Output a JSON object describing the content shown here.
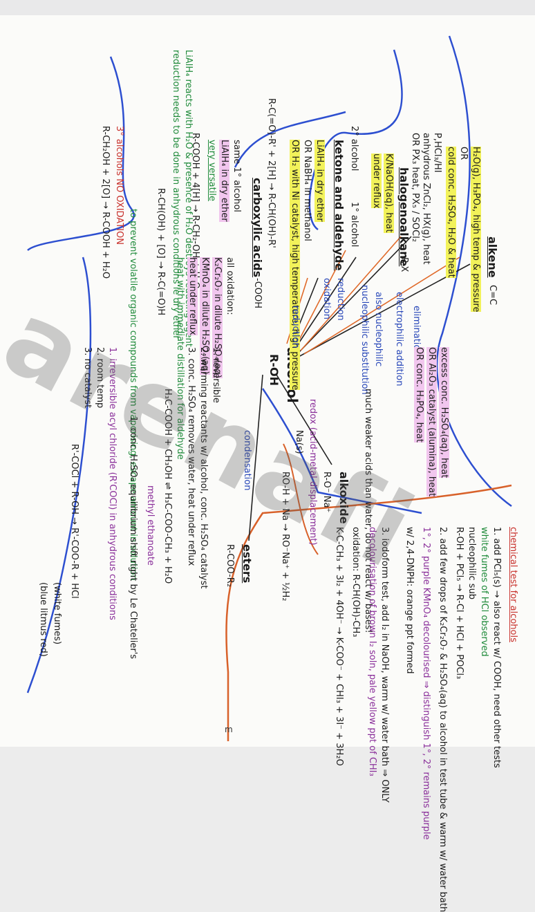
{
  "watermark": "arenafi",
  "page_marker": "m",
  "center": {
    "title": "alcohol",
    "formula": "R-OH"
  },
  "alkene": {
    "title": "alkene",
    "bond": "C=C",
    "conditions": [
      "H₂O(g), H₃PO₄, high temp & pressure",
      "OR",
      "cold conc. H₂SO₄, H₂O & heat"
    ],
    "to_arrow": "elimination",
    "from_arrow": "electrophilic addition",
    "elim_conditions": [
      "excess conc. H₂SO₄(aq), heat",
      "OR Al₂O₃ catalyst (alumina), heat",
      "OR conc. H₃PO₄, heat"
    ]
  },
  "halogenoalkane": {
    "title": "halogenoalkane",
    "formula": "R-X",
    "to_arrow": "also nucleophilic",
    "from_arrow": "nucleophilic substitution",
    "conditions": [
      "P,HCl₃/HI",
      "anhydrous ZnCl₂, HX(g), heat",
      "OR PX₃ heat, PX₅ / SOCl₂",
      "K/NaOH(aq), heat",
      "under reflux"
    ]
  },
  "ketone_aldehyde": {
    "title": "ketone and aldehyde",
    "from_arrow": "reduction",
    "to_arrow": "oxidation",
    "conditions": [
      "2° alcohol",
      "1° alcohol",
      "LiAlH₄ in dry ether",
      "OR NaBH₄ in methanol",
      "OR H₂ with Ni catalyst, high temperature, high pressure"
    ],
    "equation": "R-C(=O)-R' + 2[H] → R-CH(OH)-R'"
  },
  "carboxylic": {
    "title": "carboxylic acids",
    "formula": "-COOH",
    "reduction_arrow": "reduction",
    "notes": [
      "same 1° alcohol",
      "LiAlH₄ in dry ether",
      "very versatile"
    ],
    "side_notes": [
      "LiAlH₄ reacts with H₂O & presence of H₂O destroys reducing agent",
      "reduction needs to be done in anhydrous conditions ie dry ether"
    ],
    "equation": "R-COOH + 4[H] → R-CH₂-OH + H₂O",
    "oxidation_notes": [
      "all oxidation:",
      "K₂Cr₂O₇ in dilute H₂SO₄(aq)",
      "KMnO₄ in dilute H₂SO₄(aq)",
      "heat under reflux",
      "heat with immediate distillation for aldehyde"
    ],
    "alcohol_ox": "R-CH(OH) + [O] → R-C(=O)H",
    "tertiary": "3° alcohols NO OXIDATION",
    "full_ox": "R-CH₂OH + 2[O] → R-COOH + H₂O",
    "volatile_note": [
      "to prevent volatile organic compounds from vaporising, escape amount in solution"
    ]
  },
  "esters": {
    "title": "esters",
    "formula": "R-COO-R₂",
    "to_arrow": "condensation",
    "list": [
      "1. reversible",
      "2. warming reactants w/ alcohol, conc. H₂SO₄ catalyst",
      "3. conc. H₂SO₄ removes water, heat under reflux"
    ],
    "acyl": [
      "1. irreversible acyl chloride (R'COCl) in anhydrous conditions",
      "2. room temp",
      "3. no catalyst"
    ],
    "equation": "H₃C-COOH + CH₃OH ⇌ H₃C-COO-CH₃ + H₂O",
    "equation2": "R'-COCl + R-OH → R'-COO-R + HCl",
    "label_ester": "methyl ethanoate",
    "white_fumes": "(white fumes)",
    "litmus": "(blue litmus red)",
    "le_chat": "1. conc. H₂SO₄ equilibrium shift right by Le Chatelier's"
  },
  "alkoxide": {
    "title": "alkoxide",
    "formula": "R-O⁻ Na⁺",
    "arrow": "redox (acid-metal displacement)",
    "reagent": "Na(s)",
    "note": "much weaker acids than water, do not react w/ bases!",
    "equation": "RO-H + Na → RO⁻Na⁺ + ½H₂"
  },
  "chemical_tests": {
    "title": "chemical test for alcohols",
    "items": [
      "1. add PCl₅(s) → also react w/ COOH, need other tests",
      "white fumes of HCl observed",
      "nucleophilic sub",
      "R-OH + PCl₅ → R-Cl + HCl + POCl₃",
      "2. add few drops of K₂Cr₂O₇ & H₂SO₄(aq) to alcohol in test tube & warm w/ water bath",
      "1°, 2° purple KMnO₄ decolourised ⇒ distinguish 1°, 2° remains purple",
      "w/ 2,4-DNPH: orange ppt formed",
      "3. iodoform test, add I₂ in NaOH, warm w/ water bath ⇒ ONLY",
      "decolourisation of brown I₂ soln, pale yellow ppt of CHI₃",
      "oxidation: R-CH(OH)-CH₃",
      "K-C-CH₃ + 3I₂ + 4OH⁻ → K-COO⁻ + CHI₃ + 3I⁻ + 3H₂O"
    ]
  }
}
